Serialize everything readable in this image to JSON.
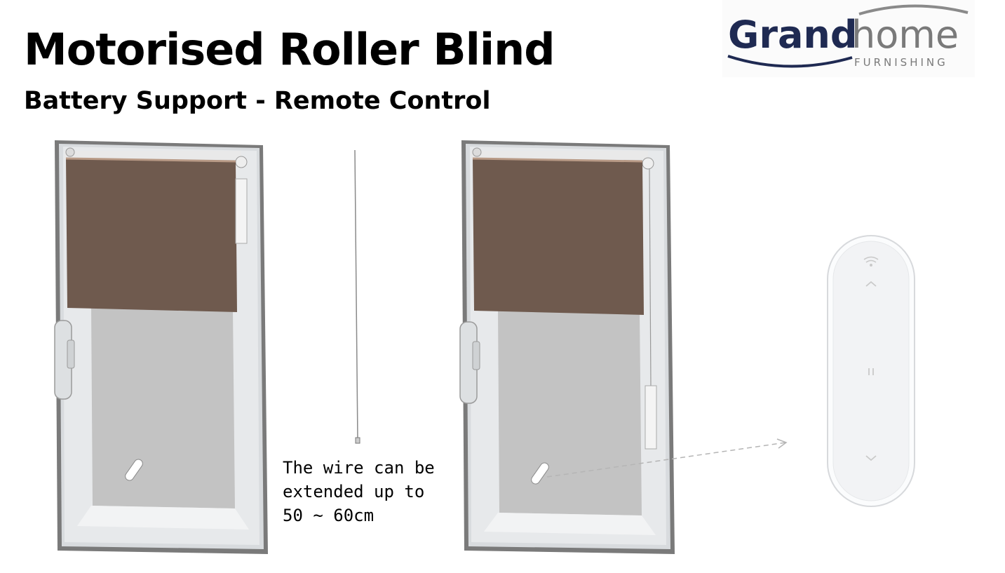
{
  "header": {
    "title": "Motorised Roller Blind",
    "subtitle": "Battery Support - Remote Control"
  },
  "logo": {
    "brand_part1": "Grand",
    "brand_part2": "home",
    "tagline": "FURNISHING",
    "color_dark": "#1f2a52",
    "color_light": "#7a7a7a"
  },
  "note": {
    "lines": [
      "The wire can be",
      "extended up to",
      "50 ~ 60cm"
    ]
  },
  "colors": {
    "blind_fabric": "#6f5a4e",
    "frame": "#d6d9dc",
    "glass": "#c3c3c3",
    "remote_body": "#f2f3f5"
  },
  "remote": {
    "icons": [
      "wifi-icon",
      "chevron-up-icon",
      "pause-icon",
      "chevron-down-icon"
    ]
  }
}
